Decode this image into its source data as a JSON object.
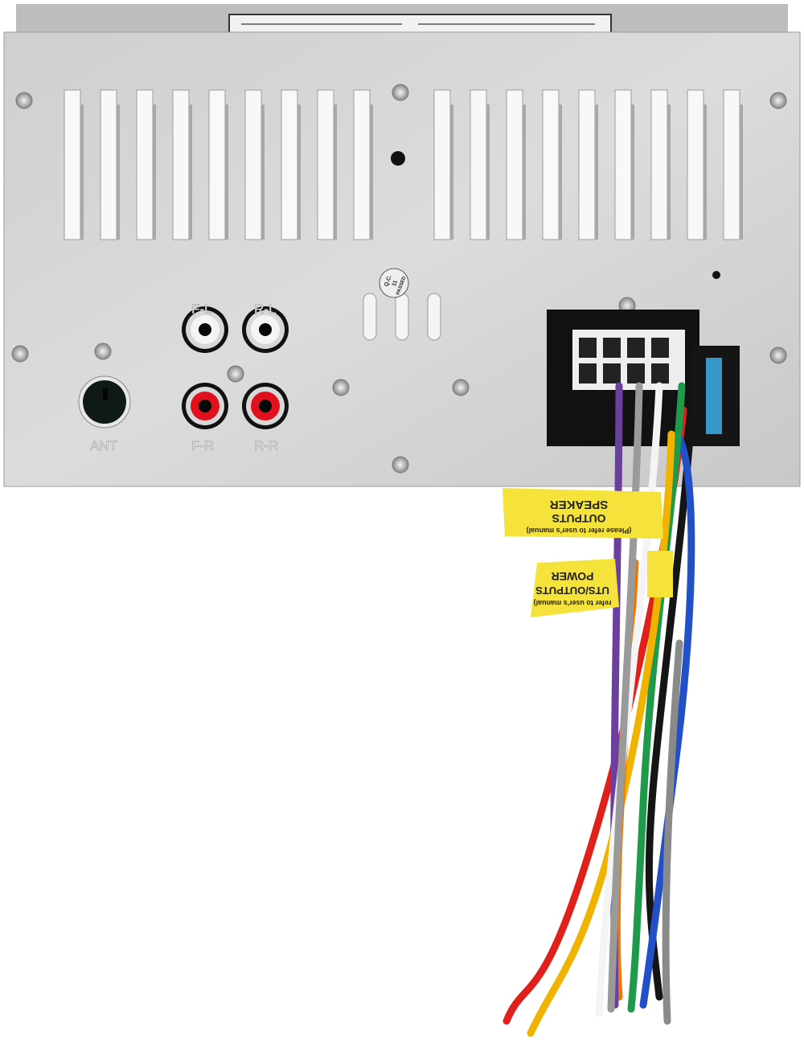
{
  "panel_labels": {
    "fl": "F-L",
    "rl": "R-L",
    "fr": "F-R",
    "rr": "R-R",
    "ant": "ANT"
  },
  "qc_sticker": {
    "line1": "Q.C.",
    "line2": "11",
    "line3": "PASSED"
  },
  "speaker_tag": {
    "title": "SPEAKER",
    "subtitle": "OUTPUTS",
    "note": "(Please refer to user's manual)"
  },
  "power_tag": {
    "title": "POWER",
    "subtitle": "UTS/OUTPUTS",
    "note": "refer to user's manual)"
  },
  "colors": {
    "panel": "#d4d4d4",
    "tag": "#f5e23a",
    "rca_red": "#e0101c",
    "connector": "#111111"
  },
  "wires": [
    "#6a3fa0",
    "#9a9a9a",
    "#f4f4f4",
    "#1f9a4a",
    "#e0201a",
    "#151515",
    "#2250c8",
    "#f0b400",
    "#f07800",
    "#8a8a8a"
  ]
}
